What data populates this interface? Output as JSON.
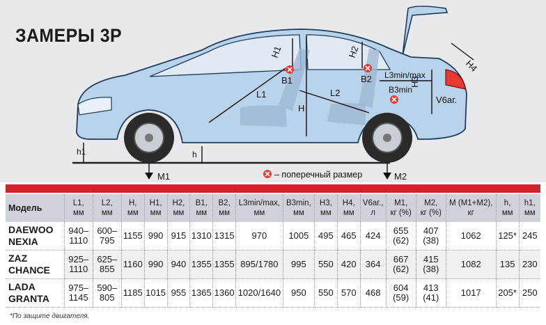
{
  "title": "ЗАМЕРЫ 3Р",
  "diagram": {
    "labels": {
      "H1_front": "H1",
      "H2": "H2",
      "B1": "B1",
      "B2": "B2",
      "L1": "L1",
      "L2": "L2",
      "H": "H",
      "L3": "L3min/max",
      "B3": "B3min",
      "H3": "H3",
      "H4": "H4",
      "V": "V6аг.",
      "h1": "h1",
      "h": "h",
      "M1": "M1",
      "M2": "M2"
    },
    "legend_text": "– поперечный размер"
  },
  "table": {
    "headers": [
      "Модель",
      "L1,\nмм",
      "L2,\nмм",
      "H,\nмм",
      "H1,\nмм",
      "H2,\nмм",
      "B1,\nмм",
      "B2,\nмм",
      "L3min/max,\nмм",
      "B3min,\nмм",
      "H3,\nмм",
      "H4,\nмм",
      "V6аг.,\nл",
      "M1,\nкг (%)",
      "M2,\nкг (%)",
      "M (M1+M2),\nкг",
      "h,\nмм",
      "h1,\nмм"
    ],
    "rows": [
      [
        "DAEWOO\nNEXIA",
        "940–\n1110",
        "600–\n795",
        "1155",
        "990",
        "915",
        "1310",
        "1315",
        "970",
        "1005",
        "495",
        "465",
        "424",
        "655\n(62)",
        "407\n(38)",
        "1062",
        "125*",
        "245"
      ],
      [
        "ZAZ\nCHANCE",
        "925–\n1110",
        "625–\n855",
        "1160",
        "990",
        "940",
        "1355",
        "1355",
        "895/1780",
        "995",
        "550",
        "420",
        "364",
        "667\n(62)",
        "415\n(38)",
        "1082",
        "135",
        "230"
      ],
      [
        "LADA\nGRANTA",
        "975–\n1145",
        "590–\n805",
        "1185",
        "1015",
        "955",
        "1365",
        "1360",
        "1020/1640",
        "950",
        "550",
        "570",
        "468",
        "604\n(59)",
        "413\n(41)",
        "1017",
        "205*",
        "250"
      ]
    ]
  },
  "footnote": "*По защите двигателя.",
  "colors": {
    "accent_red": "#d8202a",
    "car_body": "#b9d3ea",
    "header_bg": "#cfd3d9"
  }
}
